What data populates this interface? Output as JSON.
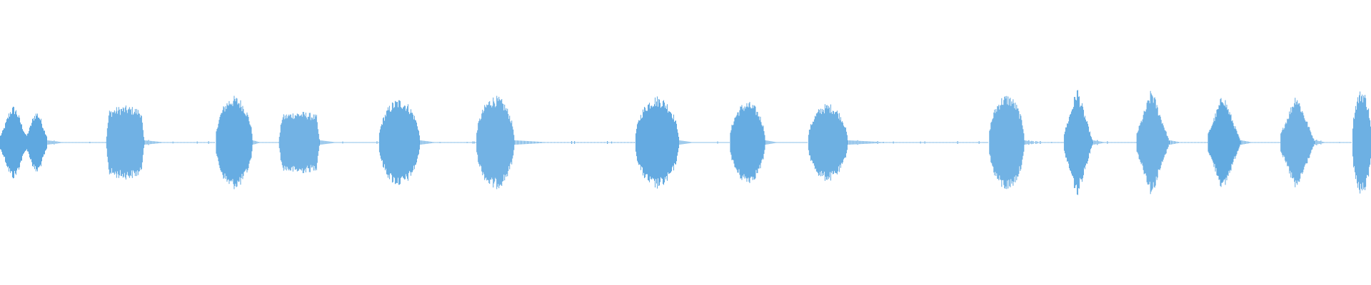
{
  "waveform": {
    "color": "#5fa8e0",
    "background": "#ffffff",
    "description_note": "",
    "bursts": [
      {
        "start": 0.0,
        "end": 0.034,
        "amplitude": 0.52,
        "shape": "double"
      },
      {
        "start": 0.077,
        "end": 0.105,
        "amplitude": 0.52,
        "shape": "flat"
      },
      {
        "start": 0.157,
        "end": 0.184,
        "amplitude": 0.66,
        "shape": "round"
      },
      {
        "start": 0.203,
        "end": 0.233,
        "amplitude": 0.44,
        "shape": "flat"
      },
      {
        "start": 0.276,
        "end": 0.306,
        "amplitude": 0.62,
        "shape": "round"
      },
      {
        "start": 0.347,
        "end": 0.375,
        "amplitude": 0.66,
        "shape": "round"
      },
      {
        "start": 0.463,
        "end": 0.495,
        "amplitude": 0.66,
        "shape": "round"
      },
      {
        "start": 0.532,
        "end": 0.558,
        "amplitude": 0.58,
        "shape": "round"
      },
      {
        "start": 0.589,
        "end": 0.618,
        "amplitude": 0.55,
        "shape": "round"
      },
      {
        "start": 0.721,
        "end": 0.747,
        "amplitude": 0.68,
        "shape": "round"
      },
      {
        "start": 0.776,
        "end": 0.797,
        "amplitude": 0.8,
        "shape": "diamond"
      },
      {
        "start": 0.829,
        "end": 0.853,
        "amplitude": 0.78,
        "shape": "diamond"
      },
      {
        "start": 0.881,
        "end": 0.905,
        "amplitude": 0.72,
        "shape": "diamond"
      },
      {
        "start": 0.934,
        "end": 0.959,
        "amplitude": 0.72,
        "shape": "diamond"
      },
      {
        "start": 0.986,
        "end": 1.0,
        "amplitude": 0.75,
        "shape": "round"
      }
    ],
    "tails": [
      {
        "start": 0.034,
        "end": 0.077
      },
      {
        "start": 0.105,
        "end": 0.157
      },
      {
        "start": 0.184,
        "end": 0.203
      },
      {
        "start": 0.233,
        "end": 0.276
      },
      {
        "start": 0.306,
        "end": 0.347
      },
      {
        "start": 0.375,
        "end": 0.463
      },
      {
        "start": 0.495,
        "end": 0.532
      },
      {
        "start": 0.558,
        "end": 0.589
      },
      {
        "start": 0.618,
        "end": 0.721
      },
      {
        "start": 0.747,
        "end": 0.776
      },
      {
        "start": 0.797,
        "end": 0.829
      },
      {
        "start": 0.853,
        "end": 0.881
      },
      {
        "start": 0.905,
        "end": 0.934
      },
      {
        "start": 0.959,
        "end": 0.986
      }
    ]
  }
}
